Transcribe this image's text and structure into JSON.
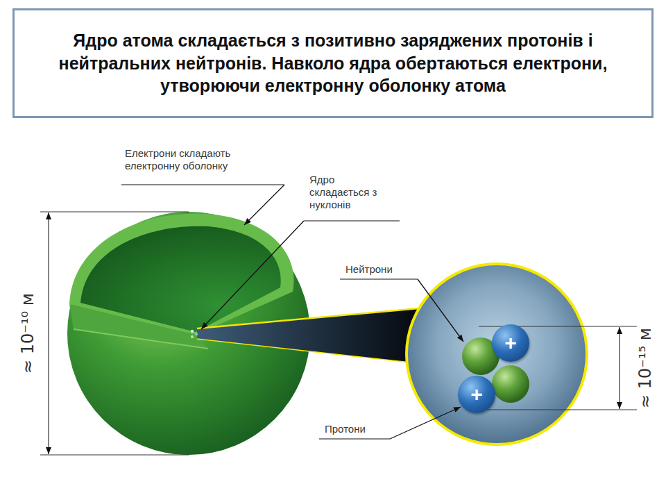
{
  "diagram": {
    "title": "Ядро атома складається з позитивно заряджених протонів і нейтральних нейтронів. Навколо ядра обертаються електрони, утворюючи електронну оболонку атома",
    "nodes": [
      {
        "text": [
          "+"
        ]
      },
      {
        "text": [
          "+"
        ]
      }
    ],
    "labels": [
      "Електрони складають електронну оболонку",
      "Ядро складається з нуклонів",
      "Нейтрони",
      "≈ 10⁻¹⁰ м",
      "≈ 10⁻¹⁵ м",
      "Протони"
    ]
  }
}
